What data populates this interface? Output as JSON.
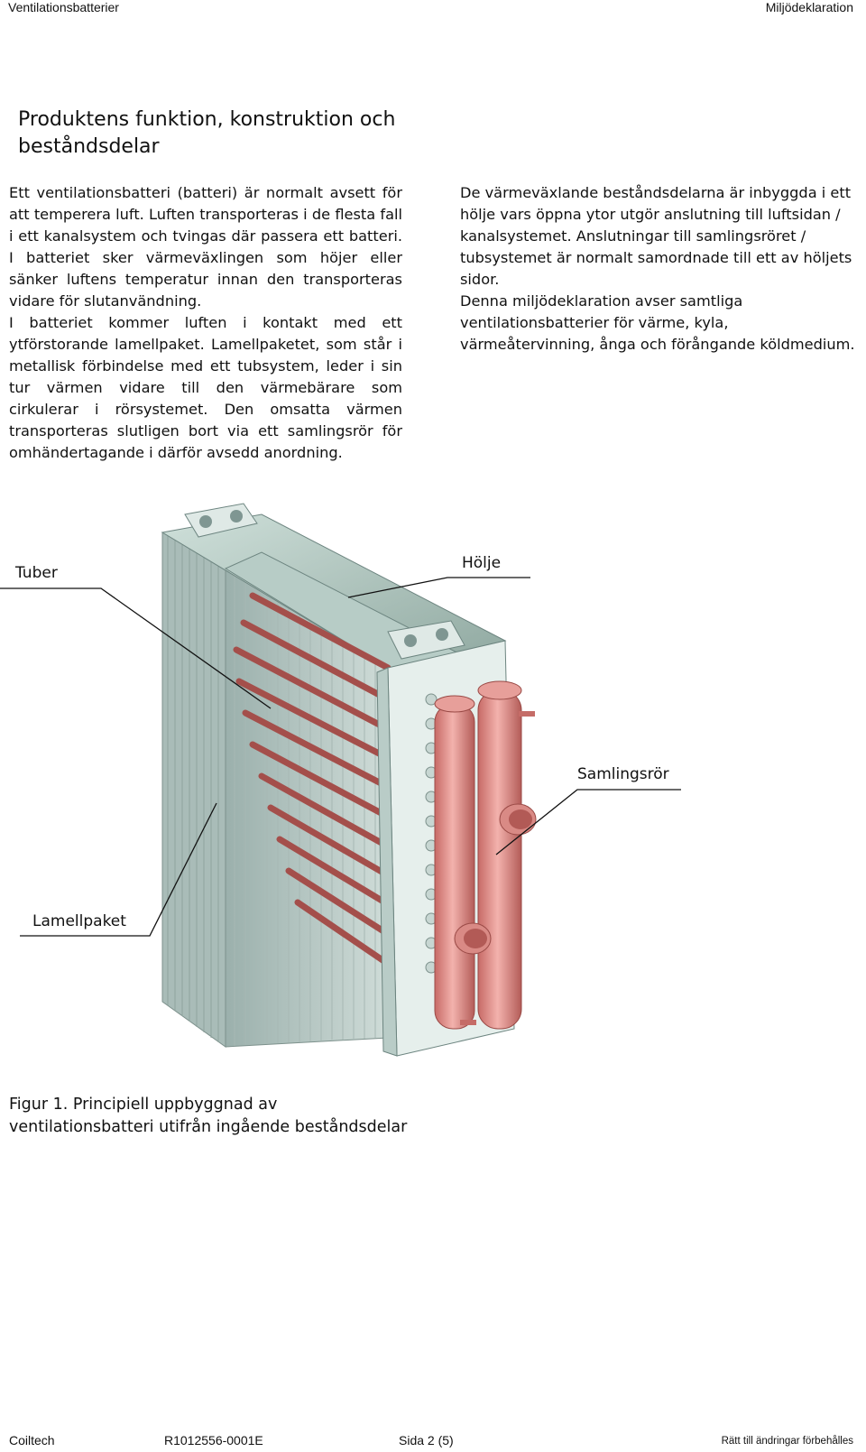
{
  "header": {
    "left": "Ventilationsbatterier",
    "right": "Miljödeklaration"
  },
  "title": "Produktens funktion, konstruktion och beståndsdelar",
  "left_column": [
    "Ett ventilationsbatteri (batteri) är normalt avsett för att temperera luft. Luften transporteras i de flesta fall i ett kanalsystem och tvingas där passera ett batteri. I batteriet sker värmeväxlingen som höjer eller sänker luftens temperatur innan den transporteras vidare för slutanvändning.",
    "I batteriet kommer luften i kontakt med ett ytförstorande lamellpaket. Lamellpaketet, som står i metallisk förbindelse med ett tubsystem, leder i sin tur värmen vidare till den värmebärare som cirkulerar i rörsystemet. Den omsatta värmen transporteras slutligen bort via ett samlingsrör för omhändertagande i därför avsedd anordning."
  ],
  "right_column": [
    "De värmeväxlande beståndsdelarna är inbyggda i ett hölje vars öppna ytor utgör anslutning till luftsidan / kanalsystemet. Anslutningar till samlingsröret / tubsystemet är normalt samordnade till ett av höljets sidor.",
    "Denna miljödeklaration avser samtliga ventilationsbatterier för värme, kyla, värmeåtervinning, ånga och förångande köldmedium."
  ],
  "figure": {
    "labels": {
      "tuber": "Tuber",
      "holje": "Hölje",
      "samlingsror": "Samlingsrör",
      "lamellpaket": "Lamellpaket"
    },
    "caption": "Figur 1. Principiell uppbyggnad av ventilationsbatteri utifrån ingående beståndsdelar"
  },
  "footer": {
    "company": "Coiltech",
    "doc_number": "R1012556-0001E",
    "page": "Sida 2 (5)",
    "note": "Rätt till ändringar förbehålles"
  }
}
